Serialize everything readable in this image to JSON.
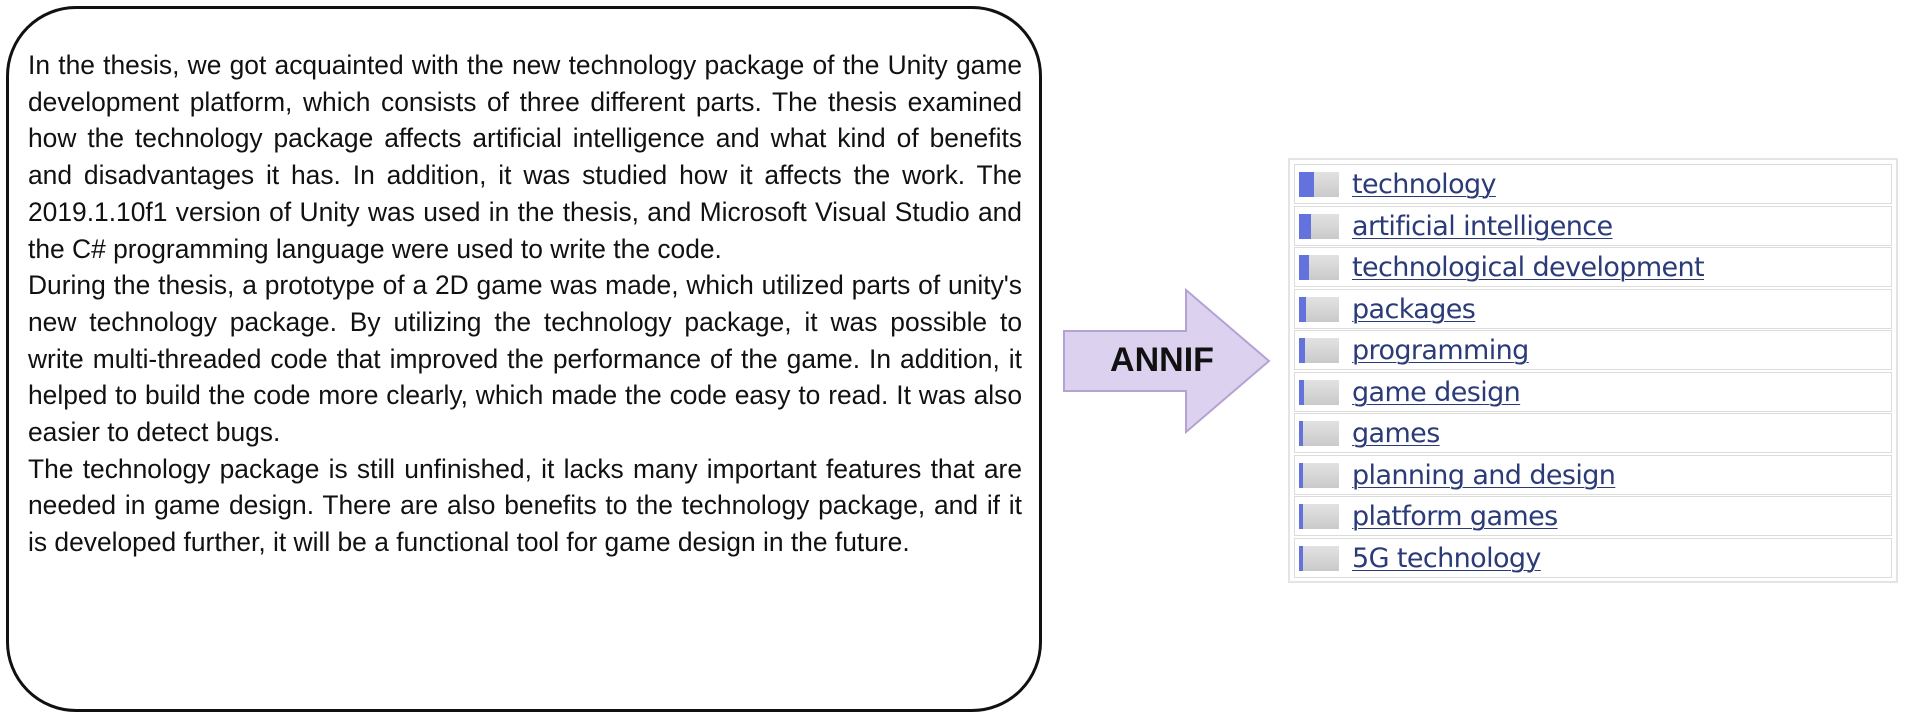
{
  "abstract": {
    "paragraphs": [
      "In the thesis, we got acquainted with the new technology package of the Unity game development platform, which consists of three different parts. The thesis examined how the technology package affects artificial intelligence and what kind of benefits and disadvantages it has. In addition, it was studied how it affects the work. The 2019.1.10f1 version of Unity was used in the thesis, and Microsoft Visual Studio and the C# programming language were used to write the code.",
      "During the thesis, a prototype of a 2D game was made, which utilized parts of unity's new technology package. By utilizing the technology package, it was possible to write multi-threaded code that improved the performance of the game. In addition, it helped to build the code more clearly, which made the code easy to read. It was also easier to detect bugs.",
      "The technology package is still unfinished, it lacks many important features that are needed in game design. There are also benefits to the technology package, and if it is developed further, it will be a functional tool for game design in the future."
    ]
  },
  "arrow": {
    "label": "ANNIF",
    "fill_color": "#dcd2ef",
    "stroke_color": "#b3a3d3"
  },
  "keywords": {
    "bar_color": "#6372dc",
    "items": [
      {
        "label": "technology",
        "score": 0.6
      },
      {
        "label": "artificial intelligence",
        "score": 0.45
      },
      {
        "label": "technological development",
        "score": 0.35
      },
      {
        "label": "packages",
        "score": 0.2
      },
      {
        "label": "programming",
        "score": 0.13
      },
      {
        "label": "game design",
        "score": 0.1
      },
      {
        "label": "games",
        "score": 0.06
      },
      {
        "label": "planning and design",
        "score": 0.04
      },
      {
        "label": "platform games",
        "score": 0.04
      },
      {
        "label": "5G technology",
        "score": 0.03
      }
    ]
  }
}
